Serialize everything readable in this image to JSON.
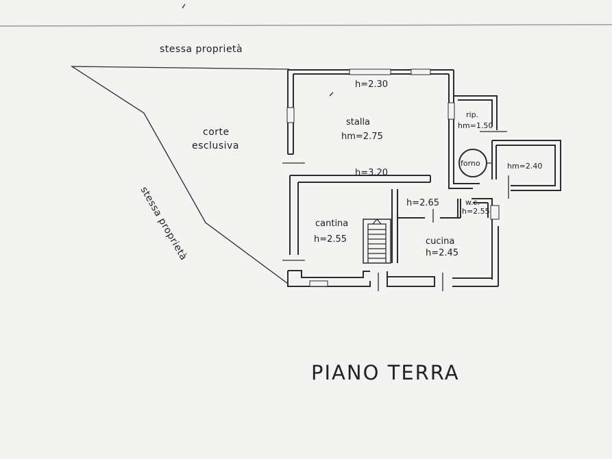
{
  "plan": {
    "title": "PIANO TERRA",
    "labels": {
      "stessa_proprieta_top": "stessa proprietà",
      "stessa_proprieta_left": "stessa proprietà",
      "corte": "corte",
      "esclusiva": "esclusiva",
      "h_stalla_top": "h=2.30",
      "stalla": "stalla",
      "hm_stalla": "hm=2.75",
      "h_320": "h=3.20",
      "rip": "rip.",
      "hm_rip": "hm=1.50",
      "forno": "forno",
      "hm_240": "hm=2.40",
      "cantina": "cantina",
      "h_cantina": "h=2.55",
      "h_265": "h=2.65",
      "wc": "w.c.",
      "h_wc": "h=2.55",
      "cucina": "cucina",
      "h_cucina": "h=2.45"
    }
  }
}
